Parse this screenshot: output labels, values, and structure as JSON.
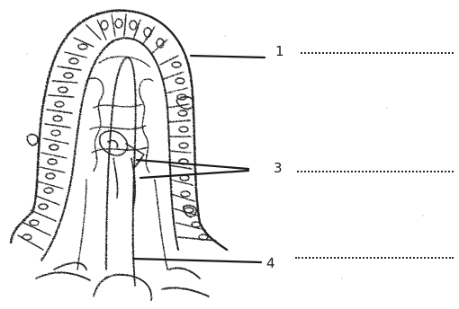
{
  "figure": {
    "structure_name": "intestinal-villus",
    "colors": {
      "ink": "#222222",
      "paper": "#ffffff"
    }
  },
  "labels": [
    {
      "id": "label-1",
      "number": "1",
      "answer_line": ""
    },
    {
      "id": "label-3",
      "number": "3",
      "answer_line": ""
    },
    {
      "id": "label-4",
      "number": "4",
      "answer_line": ""
    }
  ]
}
